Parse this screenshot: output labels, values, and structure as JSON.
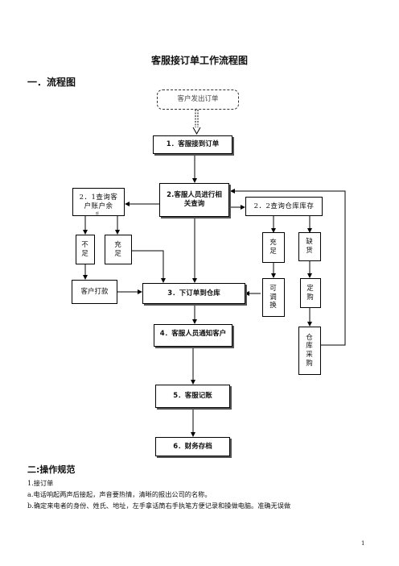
{
  "title": "客服接订单工作流程图",
  "section1": "一．流程图",
  "section2": "二:操作规范",
  "boxes": {
    "start": "客户发出订单",
    "step1": "1．客服接到订单",
    "step2": "2.客服人员进行相关查询",
    "query_balance": "2．1查询客户账户余",
    "balance_small": "额",
    "query_stock": "2．2查询仓库库存",
    "insufficient": "不足",
    "sufficient_left": "充足",
    "sufficient_right": "充足",
    "out_of_stock": "缺货",
    "customer_pay": "客户打款",
    "step3": "3．下订单到仓库",
    "transfer": "可调换",
    "order_goods": "定购",
    "step4": "4．客服人员通知客户",
    "warehouse_purchase": "仓库采购",
    "step5": "5．客服记账",
    "step6": "6．财务存档"
  },
  "paragraphs": [
    "1.接订单",
    "a.电话响起两声后接起，声音要热情，清晰的报出公司的名称。",
    "b.确定来电者的身份、姓氏、地址，左手拿话筒右手执笔方便记录和操做电脑。准确无误做"
  ],
  "page_number": "1"
}
